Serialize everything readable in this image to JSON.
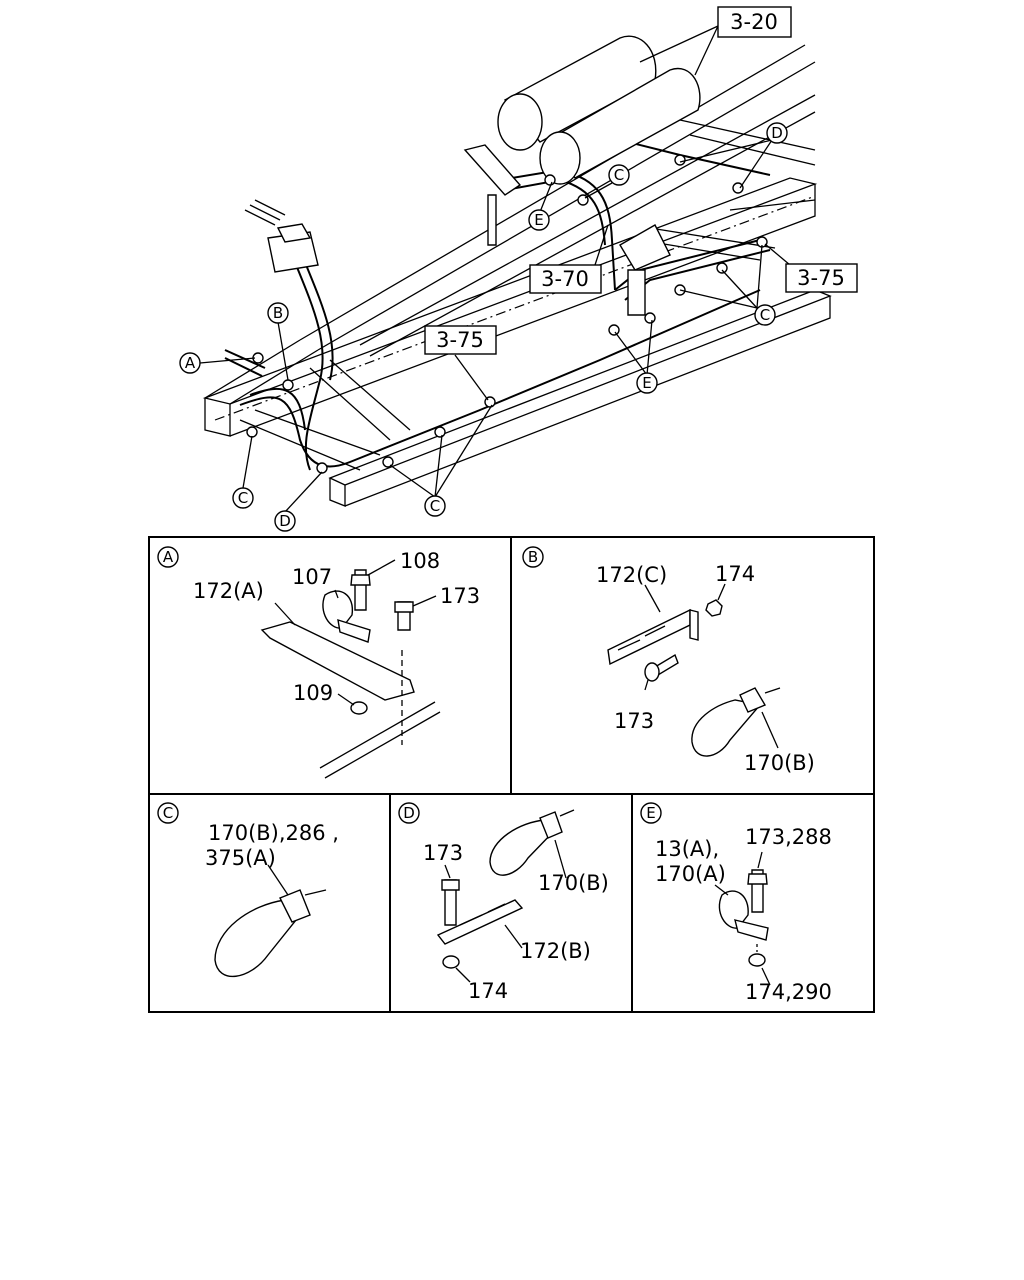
{
  "main_diagram": {
    "ref_boxes": [
      "3-20",
      "3-70",
      "3-75",
      "3-75"
    ],
    "callouts": [
      "A",
      "B",
      "C",
      "C",
      "C",
      "C",
      "D",
      "D",
      "E",
      "E"
    ]
  },
  "panels": [
    {
      "id": "A",
      "labels": [
        "108",
        "107",
        "172(A)",
        "173",
        "109"
      ]
    },
    {
      "id": "B",
      "labels": [
        "172(C)",
        "174",
        "173",
        "170(B)"
      ]
    },
    {
      "id": "C",
      "labels": [
        "170(B),286 ,",
        "375(A)"
      ]
    },
    {
      "id": "D",
      "labels": [
        "173",
        "170(B)",
        "172(B)",
        "174"
      ]
    },
    {
      "id": "E",
      "labels": [
        "13(A),",
        "173,288",
        "170(A)",
        "174,290"
      ]
    }
  ]
}
